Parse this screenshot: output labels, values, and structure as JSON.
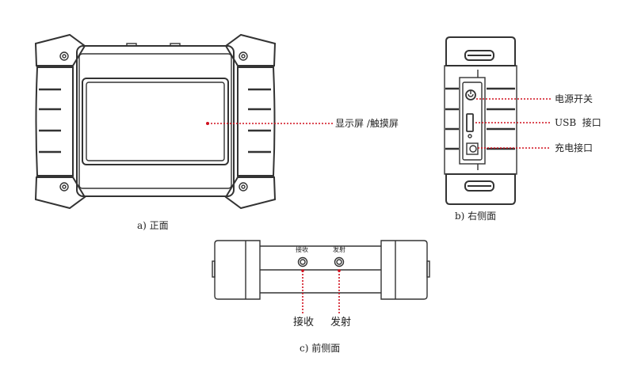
{
  "colors": {
    "line": "#333333",
    "leader": "#d0101e"
  },
  "front_view": {
    "caption": "a) 正面",
    "callouts": [
      {
        "label": "显示屏 /触摸屏"
      }
    ]
  },
  "right_view": {
    "caption": "b) 右侧面",
    "callouts": [
      {
        "label": "电源开关"
      },
      {
        "label": "USB  接口"
      },
      {
        "label": "充电接口"
      }
    ]
  },
  "front_side_view": {
    "caption": "c) 前侧面",
    "port_labels": [
      "接收",
      "发射"
    ],
    "callouts": [
      {
        "label": "接收"
      },
      {
        "label": "发射"
      }
    ]
  }
}
